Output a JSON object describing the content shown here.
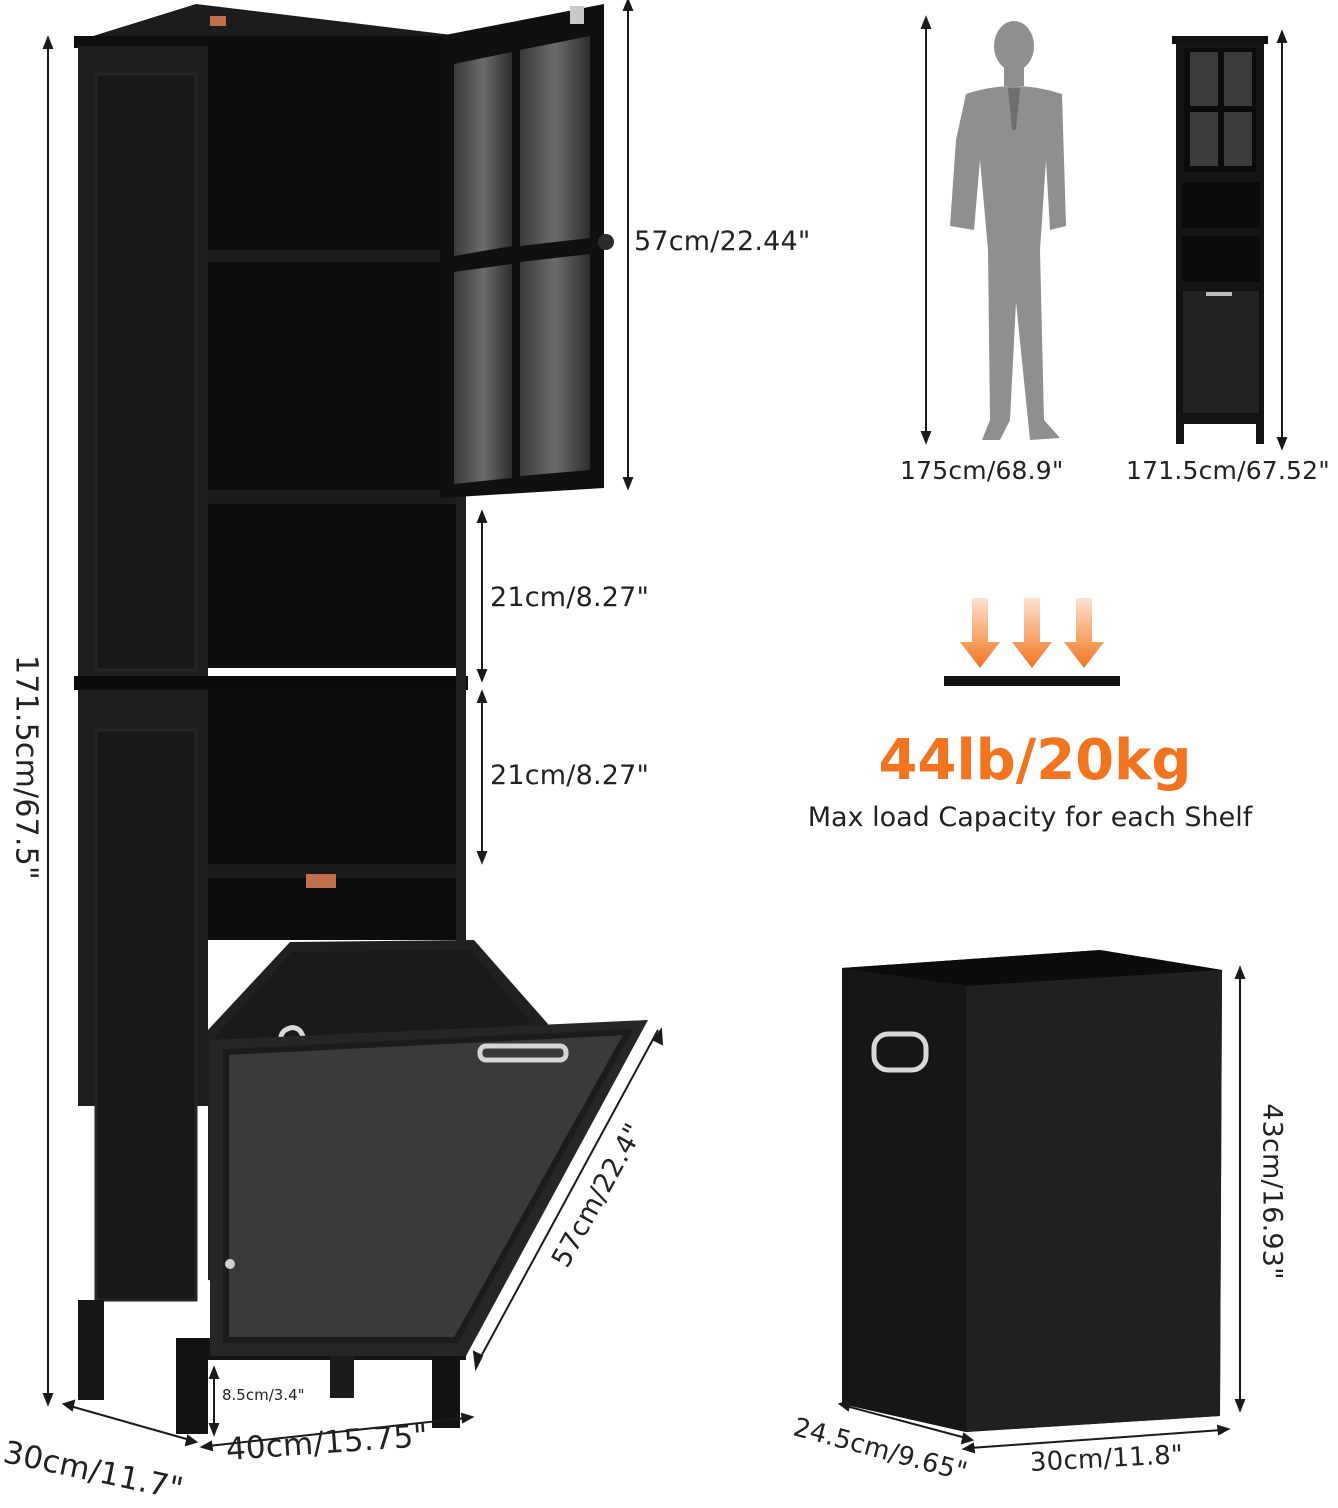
{
  "dimensions": {
    "total_height": "171.5cm/67.5\"",
    "glass_section_height": "57cm/22.44\"",
    "shelf_1_height": "21cm/8.27\"",
    "shelf_2_height": "21cm/8.27\"",
    "hamper_door_length": "57cm/22.4\"",
    "leg_height": "8.5cm/3.4\"",
    "depth": "30cm/11.7\"",
    "width": "40cm/15.75\""
  },
  "comparison": {
    "person_height": "175cm/68.9\"",
    "cabinet_height": "171.5cm/67.52\""
  },
  "load": {
    "value": "44lb/20kg",
    "caption": "Max load Capacity for each Shelf",
    "arrow_color": "#f3741d"
  },
  "basket": {
    "height": "43cm/16.93\"",
    "depth": "24.5cm/9.65\"",
    "width": "30cm/11.8\""
  },
  "colors": {
    "cabinet": "#161616",
    "accent": "#f3741d",
    "silhouette": "#8f8f8f"
  }
}
